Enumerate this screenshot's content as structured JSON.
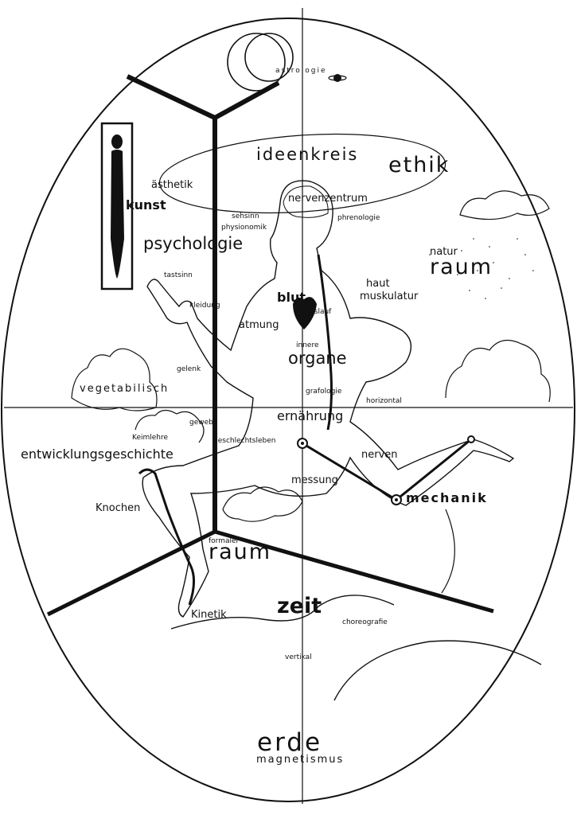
{
  "labels": {
    "astrologie": "astrologie",
    "ideenkreis": "ideenkreis",
    "ethik": "ethik",
    "asthetik": "ästhetik",
    "kunst": "kunst",
    "nervenzentrum": "nervenzentrum",
    "sehsinn": "sehsinn",
    "physionomik": "physionomik",
    "phrenologie": "phrenologie",
    "psychologie": "psychologie",
    "natur": "natur",
    "raum_upper": "raum",
    "tastsinn": "tastsinn",
    "haut": "haut",
    "muskulatur": "muskulatur",
    "blut": "blut",
    "kleidung": "kleidung",
    "kreislauf": "kreislauf",
    "atmung": "atmung",
    "innere": "innere",
    "organe": "organe",
    "gelenk": "gelenk",
    "vegetabilisch": "vegetabilisch",
    "grafologie": "grafologie",
    "horizontal": "horizontal",
    "gewebe": "gewebe",
    "ernahrung": "ernährung",
    "keimlehre": "Keimlehre",
    "geschlechtsleben": "geschlechtsleben",
    "entwicklungsgeschichte": "entwicklungsgeschichte",
    "nerven": "nerven",
    "messung": "messung",
    "mechanik": "mechanik",
    "knochen": "Knochen",
    "formaler": "formaler",
    "raum_lower": "raum",
    "zeit": "zeit",
    "kinetik": "Kinetik",
    "choreografie": "choreografie",
    "vertikal": "vertikal",
    "erde": "erde",
    "magnetismus": "magnetismus"
  }
}
